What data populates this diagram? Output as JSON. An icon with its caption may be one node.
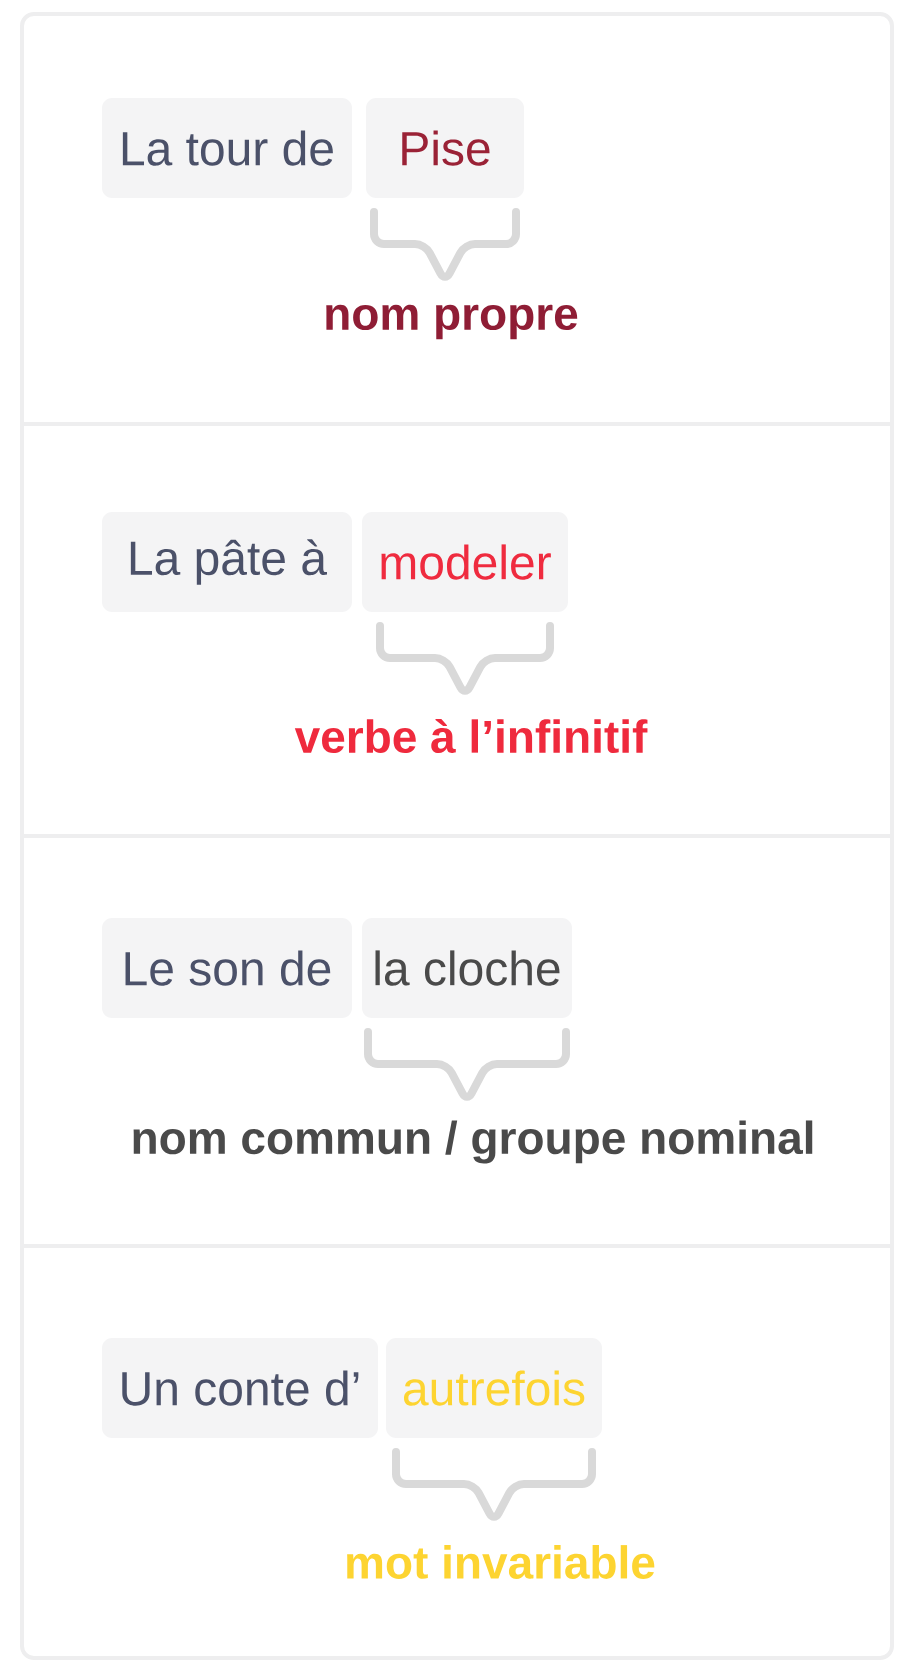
{
  "diagram": {
    "nodes": [
      {
        "text": [],
        "shape": "box"
      },
      {
        "text": [
          "La tour de"
        ],
        "in": 0
      },
      {
        "text": [
          "Pise"
        ],
        "in": 0,
        "beside": [
          "nom propre"
        ]
      },
      {
        "text": [],
        "shape": "box"
      },
      {
        "text": [
          "La pâte à"
        ],
        "in": 3
      },
      {
        "text": [
          "modeler"
        ],
        "in": 3,
        "beside": [
          "verbe à l’infinitif"
        ]
      },
      {
        "text": [],
        "shape": "box"
      },
      {
        "text": [
          "Le son de"
        ],
        "in": 6
      },
      {
        "text": [
          "la cloche"
        ],
        "in": 6,
        "beside": [
          "nom commun / groupe nominal"
        ]
      },
      {
        "text": [],
        "shape": "box"
      },
      {
        "text": [
          "Un conte d’"
        ],
        "in": 9
      },
      {
        "text": [
          "autrefois"
        ],
        "in": 9,
        "beside": [
          "mot invariable"
        ]
      }
    ]
  }
}
